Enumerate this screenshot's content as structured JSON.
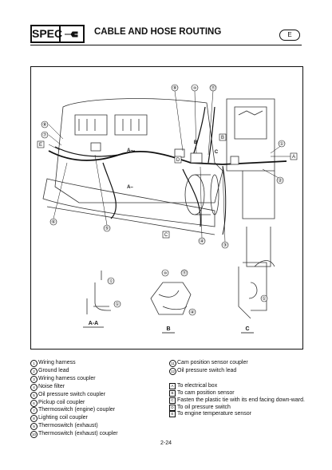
{
  "header": {
    "spec_label": "SPEC",
    "icon": "wrench-icon",
    "title": "CABLE AND HOSE ROUTING",
    "lang_badge": "E"
  },
  "figure": {
    "callouts": [
      "①",
      "②",
      "③",
      "④",
      "⑤",
      "⑥",
      "⑦",
      "⑧",
      "⑨",
      "⑩",
      "⑪",
      "⑫"
    ],
    "letters": [
      "A",
      "B",
      "C",
      "D",
      "E"
    ],
    "section_labels": [
      "A–",
      "A–",
      "B",
      "C"
    ],
    "sub_views": [
      "A-A",
      "B",
      "C"
    ]
  },
  "legend_left": [
    {
      "num": "1",
      "text": "Wiring harness"
    },
    {
      "num": "2",
      "text": "Ground lead"
    },
    {
      "num": "3",
      "text": "Wiring harness coupler"
    },
    {
      "num": "4",
      "text": "Noise filter"
    },
    {
      "num": "5",
      "text": "Oil pressure switch coupler"
    },
    {
      "num": "6",
      "text": "Pickup coil coupler"
    },
    {
      "num": "7",
      "text": "Thermoswitch (engine) coupler"
    },
    {
      "num": "8",
      "text": "Lighting coil coupler"
    },
    {
      "num": "9",
      "text": "Thermoswitch (exhaust)"
    },
    {
      "num": "10",
      "text": "Thermoswitch (exhaust) coupler"
    }
  ],
  "legend_right_nums": [
    {
      "num": "11",
      "text": "Cam position sensor coupler"
    },
    {
      "num": "12",
      "text": "Oil pressure switch lead"
    }
  ],
  "legend_right_letters": [
    {
      "letter": "A",
      "text": "To electrical box"
    },
    {
      "letter": "B",
      "text": "To cam position sensor"
    },
    {
      "letter": "C",
      "text": "Fasten the plastic tie with its end facing down-ward."
    },
    {
      "letter": "D",
      "text": "To oil pressure switch"
    },
    {
      "letter": "E",
      "text": "To engine temperature sensor"
    }
  ],
  "page_number": "2-24"
}
